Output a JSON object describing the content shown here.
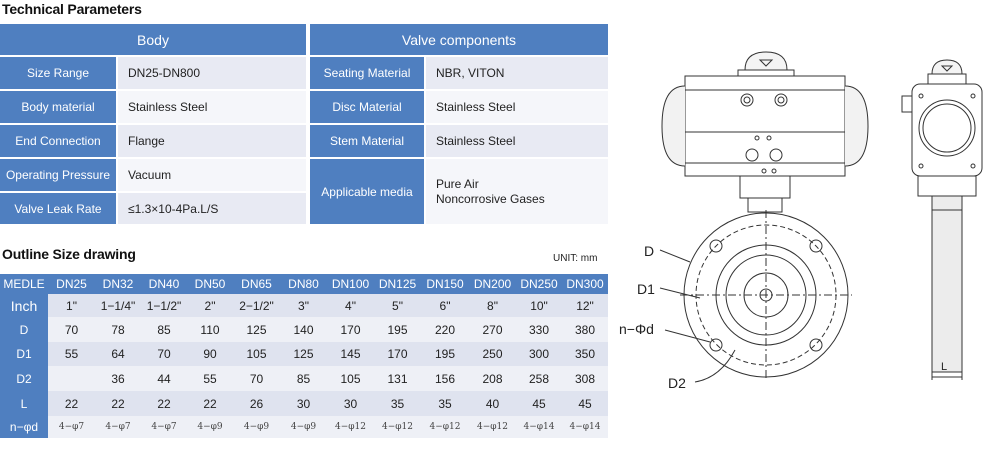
{
  "titles": {
    "technical": "Technical Parameters",
    "outline": "Outline Size drawing",
    "unit": "UNIT: mm"
  },
  "params": {
    "body_header": "Body",
    "valve_header": "Valve components",
    "left_rows": [
      {
        "label": "Size Range",
        "value": "DN25-DN800"
      },
      {
        "label": "Body material",
        "value": "Stainless Steel"
      },
      {
        "label": "End Connection",
        "value": "Flange"
      },
      {
        "label": "Operating Pressure",
        "value": "Vacuum"
      },
      {
        "label": "Valve Leak Rate",
        "value": "≤1.3×10-4Pa.L/S"
      }
    ],
    "right_rows": [
      {
        "label": "Seating Material",
        "value": "NBR, VITON"
      },
      {
        "label": "Disc Material",
        "value": "Stainless Steel"
      },
      {
        "label": "Stem Material",
        "value": "Stainless Steel"
      },
      {
        "label": "Applicable media",
        "value": "Pure Air",
        "value2": "Noncorrosive Gases"
      }
    ]
  },
  "outline": {
    "header": [
      "MEDLE",
      "DN25",
      "DN32",
      "DN40",
      "DN50",
      "DN65",
      "DN80",
      "DN100",
      "DN125",
      "DN150",
      "DN200",
      "DN250",
      "DN300"
    ],
    "rows": [
      {
        "label": "Inch",
        "cells": [
          "1\"",
          "1−1/4\"",
          "1−1/2\"",
          "2\"",
          "2−1/2\"",
          "3\"",
          "4\"",
          "5\"",
          "6\"",
          "8\"",
          "10\"",
          "12\""
        ]
      },
      {
        "label": "D",
        "cells": [
          "70",
          "78",
          "85",
          "110",
          "125",
          "140",
          "170",
          "195",
          "220",
          "270",
          "330",
          "380"
        ]
      },
      {
        "label": "D1",
        "cells": [
          "55",
          "64",
          "70",
          "90",
          "105",
          "125",
          "145",
          "170",
          "195",
          "250",
          "300",
          "350"
        ]
      },
      {
        "label": "D2",
        "cells": [
          "",
          "36",
          "44",
          "55",
          "70",
          "85",
          "105",
          "131",
          "156",
          "208",
          "258",
          "308"
        ]
      },
      {
        "label": "L",
        "cells": [
          "22",
          "22",
          "22",
          "22",
          "26",
          "30",
          "30",
          "35",
          "35",
          "40",
          "45",
          "45"
        ]
      },
      {
        "label": "n−φd",
        "cells": [
          "4−φ7",
          "4−φ7",
          "4−φ7",
          "4−φ9",
          "4−φ9",
          "4−φ9",
          "4−φ12",
          "4−φ12",
          "4−φ12",
          "4−φ12",
          "4−φ14",
          "4−φ14"
        ]
      }
    ]
  },
  "drawing": {
    "label_D": "D",
    "label_D1": "D1",
    "label_nd": "n−Φd",
    "label_D2": "D2",
    "label_L": "L"
  }
}
